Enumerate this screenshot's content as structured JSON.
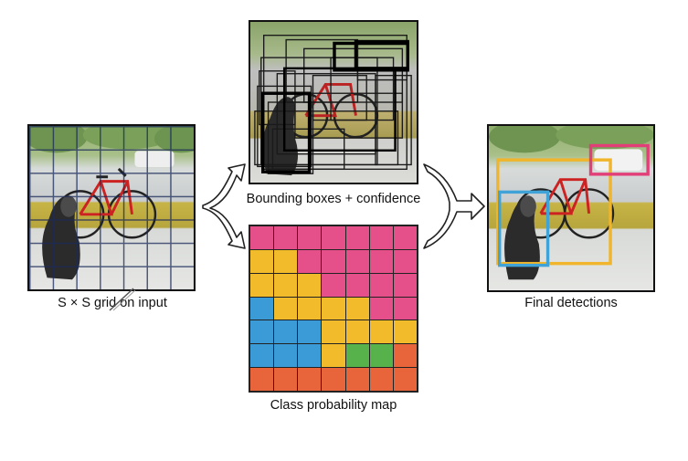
{
  "captions": {
    "grid_input": "S × S grid on input",
    "bounding_boxes": "Bounding boxes + confidence",
    "class_prob": "Class probability map",
    "final": "Final detections"
  },
  "colors": {
    "pink": "#e5508a",
    "yellow": "#f2bb2c",
    "blue": "#3a9bd6",
    "green": "#58b24b",
    "orange": "#e8643a",
    "final_box_dog": "#3fa3d8",
    "final_box_bike": "#f0b52a",
    "final_box_car": "#e23f78"
  },
  "class_map": [
    [
      "pink",
      "pink",
      "pink",
      "pink",
      "pink",
      "pink",
      "pink"
    ],
    [
      "yellow",
      "yellow",
      "pink",
      "pink",
      "pink",
      "pink",
      "pink"
    ],
    [
      "yellow",
      "yellow",
      "yellow",
      "pink",
      "pink",
      "pink",
      "pink"
    ],
    [
      "blue",
      "yellow",
      "yellow",
      "yellow",
      "yellow",
      "pink",
      "pink"
    ],
    [
      "blue",
      "blue",
      "blue",
      "yellow",
      "yellow",
      "yellow",
      "yellow"
    ],
    [
      "blue",
      "blue",
      "blue",
      "yellow",
      "green",
      "green",
      "orange"
    ],
    [
      "orange",
      "orange",
      "orange",
      "orange",
      "orange",
      "orange",
      "orange"
    ]
  ]
}
